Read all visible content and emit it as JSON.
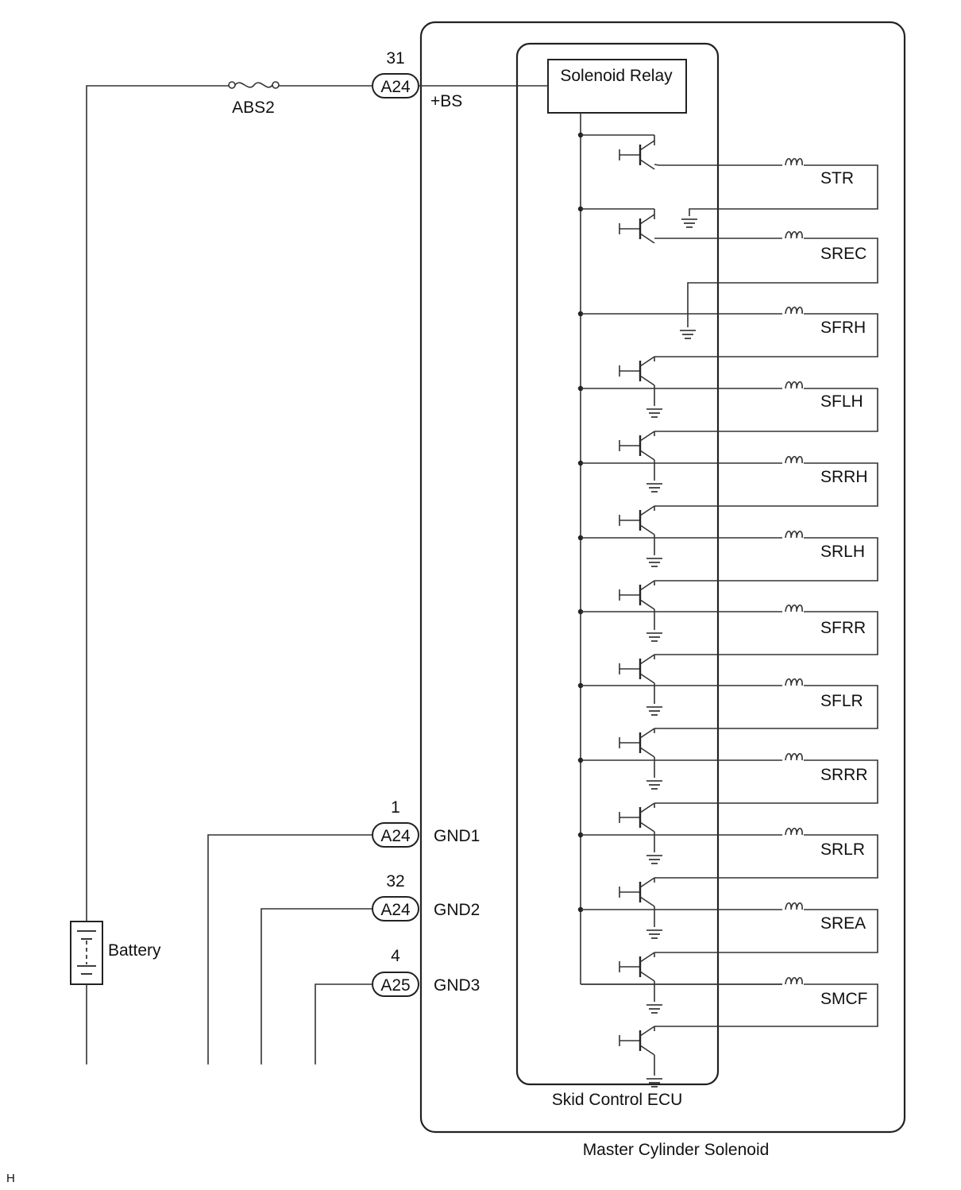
{
  "fuse": {
    "name": "ABS2"
  },
  "battery": {
    "label": "Battery"
  },
  "connectors": [
    {
      "code": "A24",
      "pin": "31",
      "signal": "+BS"
    },
    {
      "code": "A24",
      "pin": "1",
      "signal": "GND1"
    },
    {
      "code": "A24",
      "pin": "32",
      "signal": "GND2"
    },
    {
      "code": "A25",
      "pin": "4",
      "signal": "GND3"
    }
  ],
  "relay": {
    "label": "Solenoid Relay"
  },
  "solenoids": [
    "STR",
    "SREC",
    "SFRH",
    "SFLH",
    "SRRH",
    "SRLH",
    "SFRR",
    "SFLR",
    "SRRR",
    "SRLR",
    "SREA",
    "SMCF"
  ],
  "ecu": {
    "label": "Skid Control ECU"
  },
  "assembly": {
    "label": "Master Cylinder Solenoid"
  },
  "corner_mark": "H"
}
